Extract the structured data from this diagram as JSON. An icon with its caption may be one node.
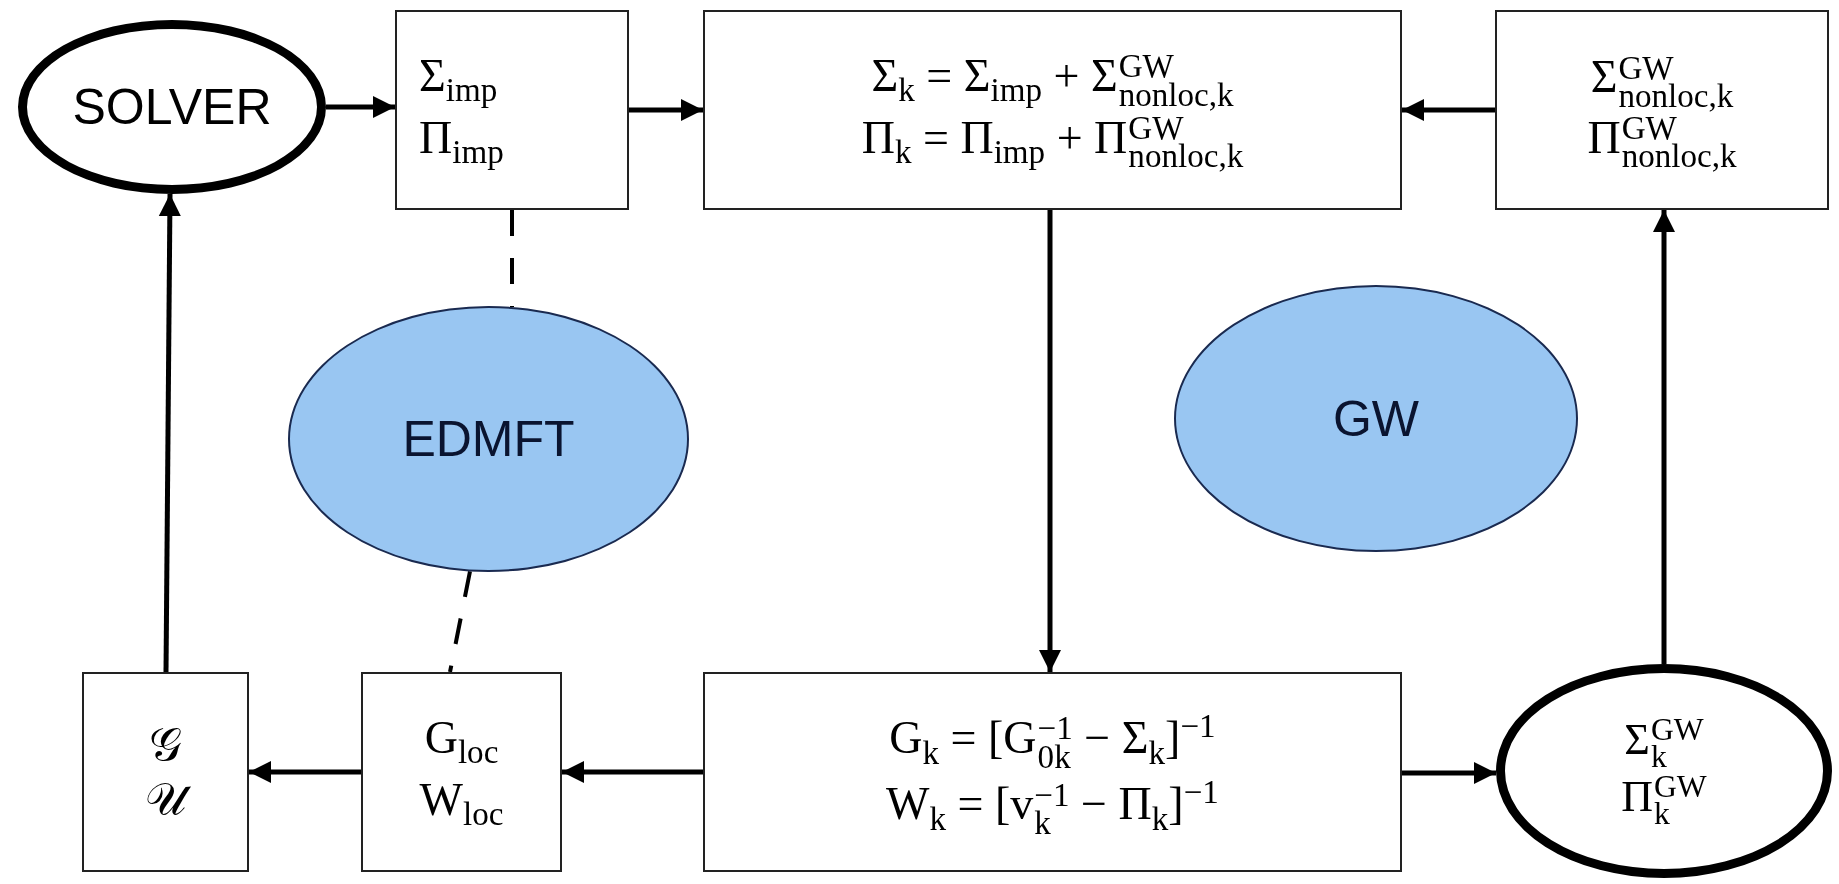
{
  "diagram": {
    "nodes": [
      {
        "text": [
          "SOLVER"
        ]
      },
      {
        "text": [
          "Σ$_{imp}$",
          "Π$_{imp}$"
        ]
      },
      {
        "text": [
          "Σ$_{k}$ = Σ$_{imp}$ + Σ$^{GW}$$_{nonloc,k}$",
          "Π$_{k}$ = Π$_{imp}$ + Π$^{GW}$$_{nonloc,k}$"
        ]
      },
      {
        "text": [
          "Σ$^{GW}$$_{nonloc,k}$",
          "Π$^{GW}$$_{nonloc,k}$"
        ]
      },
      {
        "text": [
          "EDMFT"
        ]
      },
      {
        "text": [
          "GW"
        ]
      },
      {
        "text": [
          "𝒢",
          "𝒰"
        ]
      },
      {
        "text": [
          "G$_{loc}$",
          "W$_{loc}$"
        ]
      },
      {
        "text": [
          "G$_{k}$ = [G$^{−1}$$_{0k}$ − Σ$_{k}$]$^{−1}$",
          "W$_{k}$ = [v$^{−1}$$_{k}$ − Π$_{k}$]$^{−1}$"
        ]
      },
      {
        "text": [
          "Σ$^{GW}$$_{k}$",
          "Π$^{GW}$$_{k}$"
        ]
      }
    ],
    "edges": [
      {
        "from": 0,
        "to": 1,
        "arrow": "to"
      },
      {
        "from": 1,
        "to": 2,
        "arrow": "to"
      },
      {
        "from": 3,
        "to": 2,
        "arrow": "to"
      },
      {
        "from": 2,
        "to": 8,
        "arrow": "to"
      },
      {
        "from": 8,
        "to": 7,
        "arrow": "to"
      },
      {
        "from": 7,
        "to": 6,
        "arrow": "to"
      },
      {
        "from": 6,
        "to": 0,
        "arrow": "to"
      },
      {
        "from": 8,
        "to": 9,
        "arrow": "to"
      },
      {
        "from": 9,
        "to": 3,
        "arrow": "to"
      },
      {
        "from": 1,
        "to": 4,
        "arrow": "none",
        "style": "dashed"
      },
      {
        "from": 4,
        "to": 7,
        "arrow": "none",
        "style": "dashed"
      }
    ]
  }
}
